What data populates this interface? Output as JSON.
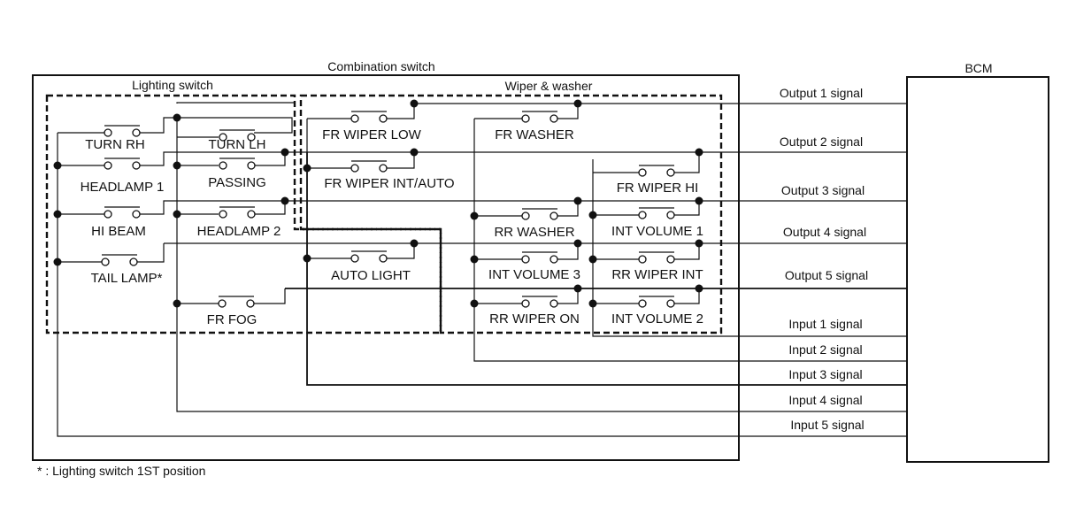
{
  "titles": {
    "combination_switch": "Combination switch",
    "lighting_switch": "Lighting switch",
    "wiper_washer": "Wiper & washer",
    "bcm": "BCM"
  },
  "switches": {
    "turn_rh": "TURN RH",
    "turn_lh": "TURN LH",
    "headlamp1": "HEADLAMP 1",
    "passing": "PASSING",
    "hi_beam": "HI BEAM",
    "headlamp2": "HEADLAMP 2",
    "tail_lamp": "TAIL LAMP*",
    "fr_fog": "FR FOG",
    "fr_wiper_low": "FR WIPER LOW",
    "fr_wiper_int_auto": "FR WIPER INT/AUTO",
    "auto_light": "AUTO LIGHT",
    "fr_washer": "FR WASHER",
    "rr_washer": "RR WASHER",
    "int_volume_3": "INT VOLUME 3",
    "rr_wiper_on": "RR WIPER ON",
    "fr_wiper_hi": "FR WIPER HI",
    "int_volume_1": "INT VOLUME 1",
    "rr_wiper_int": "RR WIPER INT",
    "int_volume_2": "INT VOLUME 2"
  },
  "signals": {
    "outputs": [
      "Output 1 signal",
      "Output 2 signal",
      "Output 3 signal",
      "Output 4 signal",
      "Output 5 signal"
    ],
    "inputs": [
      "Input 1 signal",
      "Input 2 signal",
      "Input 3 signal",
      "Input 4 signal",
      "Input 5 signal"
    ]
  },
  "footnote": "* : Lighting switch 1ST position"
}
